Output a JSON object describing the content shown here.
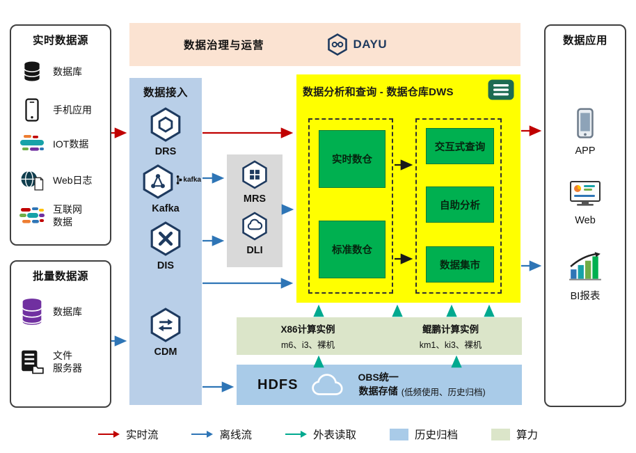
{
  "diagram": {
    "governance": {
      "title": "数据治理与运营",
      "logo_text": "DAYU"
    },
    "realtime_sources": {
      "title": "实时数据源",
      "items": [
        {
          "label": "数据库",
          "icon": "database-icon"
        },
        {
          "label": "手机应用",
          "icon": "mobile-app-icon"
        },
        {
          "label": "IOT数据",
          "icon": "iot-icon"
        },
        {
          "label": "Web日志",
          "icon": "web-log-icon"
        },
        {
          "label": "互联网\n数据",
          "icon": "internet-data-icon"
        }
      ]
    },
    "batch_sources": {
      "title": "批量数据源",
      "items": [
        {
          "label": "数据库",
          "icon": "database-stack-icon"
        },
        {
          "label": "文件\n服务器",
          "icon": "file-server-icon"
        }
      ]
    },
    "ingestion": {
      "title": "数据接入",
      "services": [
        {
          "label": "DRS",
          "icon": "drs-hexagon-icon"
        },
        {
          "label": "Kafka",
          "icon": "kafka-hexagon-icon",
          "logo_text": "kafka"
        },
        {
          "label": "DIS",
          "icon": "dis-hexagon-icon"
        },
        {
          "label": "CDM",
          "icon": "cdm-hexagon-icon"
        }
      ]
    },
    "processing": {
      "services": [
        {
          "label": "MRS",
          "icon": "mrs-hexagon-icon"
        },
        {
          "label": "DLI",
          "icon": "dli-hexagon-icon"
        }
      ]
    },
    "dws": {
      "title": "数据分析和查询 - 数据仓库DWS",
      "warehouses": [
        "实时数仓",
        "标准数仓"
      ],
      "services": [
        "交互式查询",
        "自助分析",
        "数据集市"
      ]
    },
    "compute": {
      "columns": [
        {
          "title": "X86计算实例",
          "models": "m6、i3、裸机"
        },
        {
          "title": "鲲鹏计算实例",
          "models": "km1、ki3、裸机"
        }
      ]
    },
    "storage": {
      "hdfs_label": "HDFS",
      "obs_label": "OBS统一\n数据存储",
      "obs_note": "(低频使用、历史归档)"
    },
    "applications": {
      "title": "数据应用",
      "items": [
        {
          "label": "APP",
          "icon": "app-icon"
        },
        {
          "label": "Web",
          "icon": "web-browser-icon"
        },
        {
          "label": "BI报表",
          "icon": "bi-report-icon"
        }
      ]
    },
    "legend": [
      {
        "label": "实时流",
        "swatch": "arrow",
        "color": "#c00000"
      },
      {
        "label": "离线流",
        "swatch": "arrow",
        "color": "#2e75b6"
      },
      {
        "label": "外表读取",
        "swatch": "arrow",
        "color": "#00a98f"
      },
      {
        "label": "历史归档",
        "swatch": "box",
        "color": "#a9cbe8"
      },
      {
        "label": "算力",
        "swatch": "box",
        "color": "#dbe5c9"
      }
    ]
  }
}
